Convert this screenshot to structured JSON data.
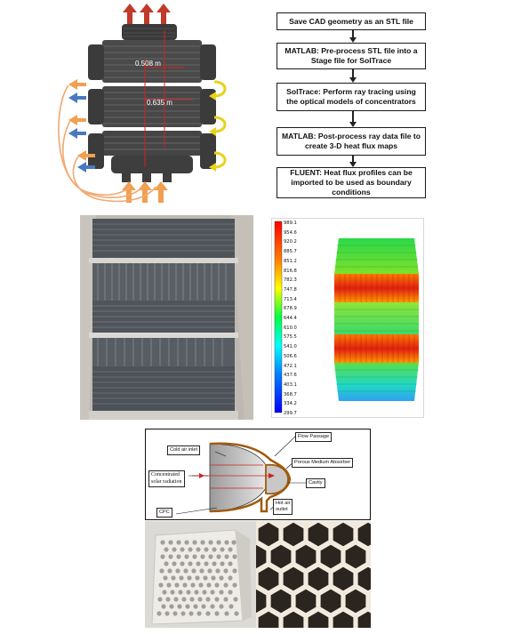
{
  "receiver_figure": {
    "dim_upper": "0.508 m",
    "dim_lower": "0.635 m"
  },
  "flowchart": {
    "steps": [
      "Save CAD geometry as an STL file",
      "MATLAB: Pre-process STL file into a Stage file for SolTrace",
      "SolTrace: Perform ray tracing using the optical models of concentrators",
      "MATLAB: Post-process ray data file to create 3-D heat flux maps",
      "FLUENT: Heat flux profiles can be imported to be used as boundary conditions"
    ]
  },
  "colorbar": {
    "values": [
      "989.1",
      "954.6",
      "920.2",
      "885.7",
      "851.2",
      "816.8",
      "782.3",
      "747.8",
      "713.4",
      "678.9",
      "644.4",
      "610.0",
      "575.5",
      "541.0",
      "506.6",
      "472.1",
      "437.6",
      "403.1",
      "368.7",
      "334.2",
      "299.7"
    ]
  },
  "cavity_diagram": {
    "labels": {
      "cold_air_inlet": "Cold air inlet",
      "flow_passage": "Flow Passage",
      "porous_absorber": "Porous Medium Absorber",
      "concentrated_radiation_1": "Concentrated",
      "concentrated_radiation_2": "solar radiation",
      "cavity": "Cavity",
      "cpc": "CPC",
      "hot_air_outlet_1": "Hot air",
      "hot_air_outlet_2": "outlet"
    }
  }
}
